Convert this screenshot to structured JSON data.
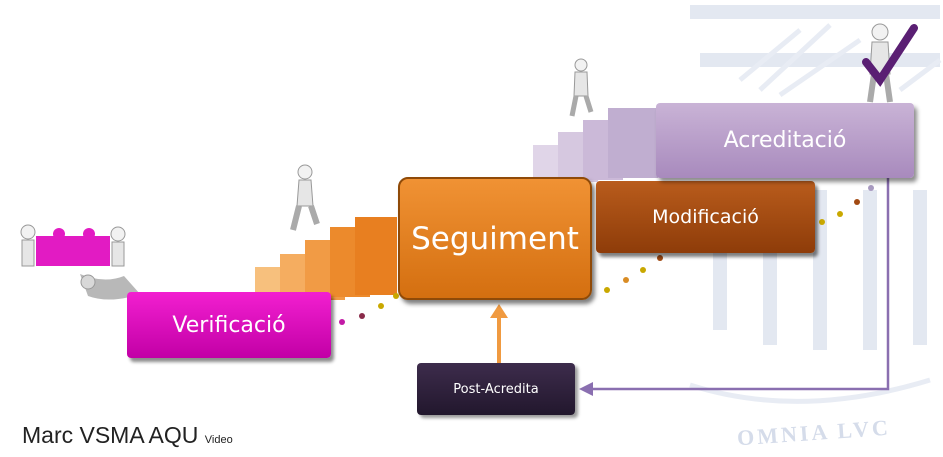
{
  "nodes": {
    "verificacio": "Verificació",
    "seguiment": "Seguiment",
    "modificacio": "Modificació",
    "acreditacio": "Acreditació",
    "post_acredita": "Post-Acredita"
  },
  "caption": {
    "main": "Marc VSMA AQU",
    "small": "Video"
  },
  "watermark_text": "OMNIA LVC",
  "colors": {
    "verificacio": "#e010c0",
    "seguiment": "#e8821f",
    "modificacio": "#a44d12",
    "acreditacio": "#b9a0c9",
    "post_acredita": "#2f2240",
    "arrow_orange": "#f09a40",
    "arrow_purple": "#8a6fb0"
  }
}
